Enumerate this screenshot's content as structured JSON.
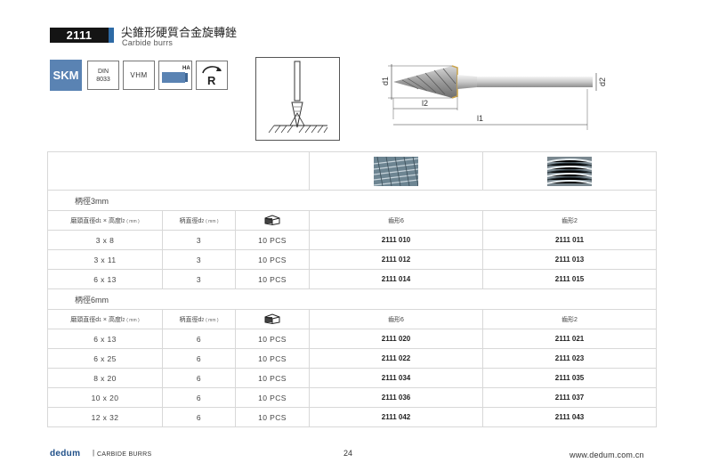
{
  "header": {
    "code": "2111",
    "title_cn": "尖錐形硬質合金旋轉銼",
    "title_en": "Carbide burrs"
  },
  "icons": {
    "skm": "SKM",
    "din_line1": "DIN",
    "din_line2": "8033",
    "vhm": "VHM",
    "ha": "HA",
    "rotation": "R",
    "accent_color": "#5a83b3"
  },
  "drawing": {
    "d1": "d1",
    "d2": "d2",
    "l1": "l1",
    "l2": "l2"
  },
  "table": {
    "header_labels": {
      "dim": "磨頭直徑d",
      "dim_sub1": "1",
      "dim_x": " × 高度l",
      "dim_sub2": "2",
      "dim_unit": "( mm )",
      "shank": "柄直徑d",
      "shank_sub": "2",
      "shank_unit": "( mm )",
      "cut6": "齒形6",
      "cut2": "齒形2"
    },
    "groups": [
      {
        "caption": "柄徑3mm",
        "rows": [
          {
            "size": "3 x 8",
            "shank": "3",
            "pcs": "10  PCS",
            "c6": "2111 010",
            "c2": "2111 011"
          },
          {
            "size": "3 x 11",
            "shank": "3",
            "pcs": "10  PCS",
            "c6": "2111 012",
            "c2": "2111 013"
          },
          {
            "size": "6 x 13",
            "shank": "3",
            "pcs": "10  PCS",
            "c6": "2111 014",
            "c2": "2111 015"
          }
        ]
      },
      {
        "caption": "柄徑6mm",
        "rows": [
          {
            "size": "6 x 13",
            "shank": "6",
            "pcs": "10  PCS",
            "c6": "2111 020",
            "c2": "2111 021"
          },
          {
            "size": "6 x 25",
            "shank": "6",
            "pcs": "10  PCS",
            "c6": "2111 022",
            "c2": "2111 023"
          },
          {
            "size": "8 x 20",
            "shank": "6",
            "pcs": "10  PCS",
            "c6": "2111 034",
            "c2": "2111 035"
          },
          {
            "size": "10 x 20",
            "shank": "6",
            "pcs": "10  PCS",
            "c6": "2111 036",
            "c2": "2111 037"
          },
          {
            "size": "12 x 32",
            "shank": "6",
            "pcs": "10  PCS",
            "c6": "2111 042",
            "c2": "2111 043"
          }
        ]
      }
    ]
  },
  "footer": {
    "brand": "dedum",
    "separator": "|",
    "category": "CARBIDE BURRS",
    "page": "24",
    "url": "www.dedum.com.cn"
  }
}
